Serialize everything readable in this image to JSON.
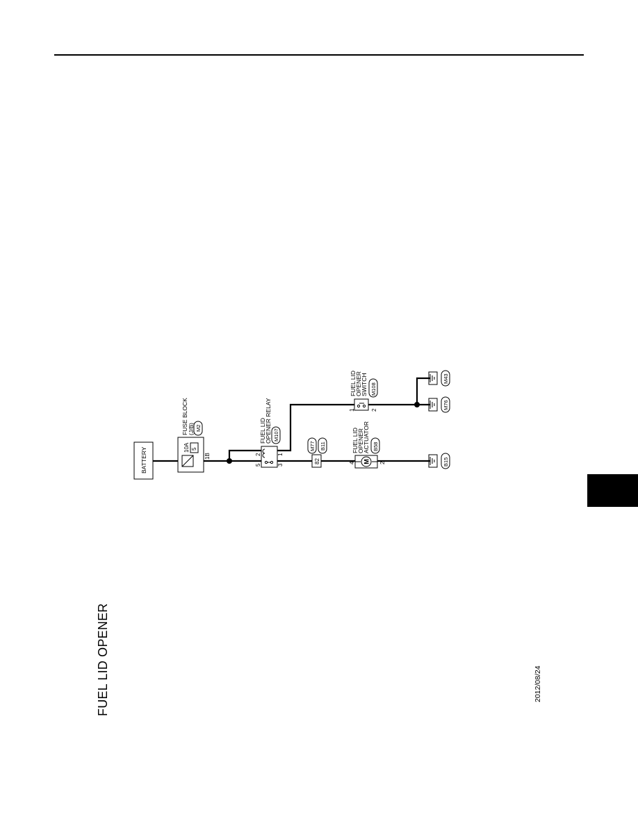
{
  "page": {
    "title": "FUEL LID OPENER",
    "date": "2012/08/24"
  },
  "diagram": {
    "battery": {
      "label": "BATTERY"
    },
    "fuse_block": {
      "label_line1": "FUSE BLOCK",
      "label_line2": "(J/B)",
      "connector": "M2",
      "fuse_rating": "10A",
      "fuse_number": "5",
      "terminal": "1B"
    },
    "relay": {
      "label_line1": "FUEL LID",
      "label_line2": "OPENER RELAY",
      "connector": "M107",
      "pins": {
        "p2": "2",
        "p1": "1",
        "p5": "5",
        "p3": "3"
      }
    },
    "joint_connector": {
      "connector_a": "M77",
      "connector_b": "B11",
      "terminal": "82"
    },
    "switch": {
      "label_line1": "FUEL LID",
      "label_line2": "OPENER",
      "label_line3": "SWITCH",
      "connector": "M108",
      "pins": {
        "p1": "1",
        "p2": "2"
      }
    },
    "actuator": {
      "label_line1": "FUEL LID",
      "label_line2": "OPENER",
      "label_line3": "ACTUATOR",
      "connector": "B58",
      "motor_symbol": "M",
      "pins": {
        "p4": "4",
        "p2": "2"
      }
    },
    "grounds": [
      "M43",
      "M76",
      "B15"
    ]
  }
}
